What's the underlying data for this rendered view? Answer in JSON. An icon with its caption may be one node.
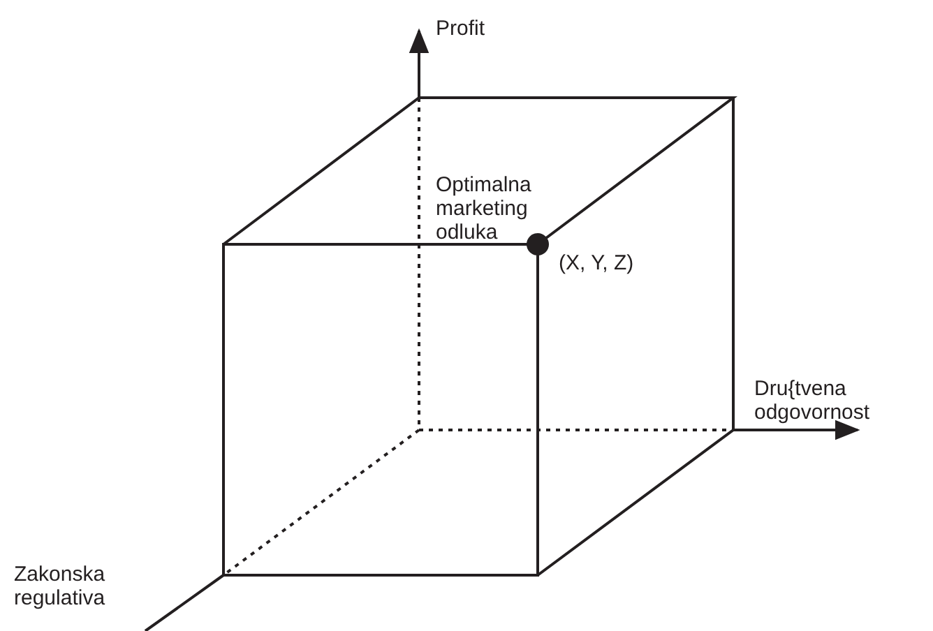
{
  "diagram": {
    "labels": [
      "Profit",
      "Optimalna marketing odluka",
      "(X, Y, Z)",
      "Dru{tvena odgovornost",
      "Zakonska regulativa"
    ]
  }
}
